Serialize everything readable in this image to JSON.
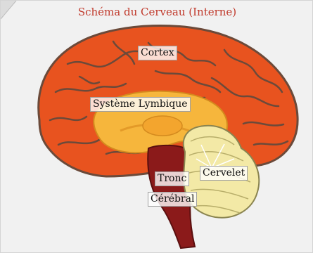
{
  "title": "Schéma du Cerveau (Interne)",
  "labels": {
    "cortex": "Cortex",
    "limbic": "Système Lymbique",
    "cerebellum": "Cervelet",
    "stem_line1": "Tronc",
    "stem_line2": "Cérébral"
  },
  "colors": {
    "title": "#c0392b",
    "cortex": "#e8531f",
    "cortex_outline": "#6b4a3a",
    "limbic": "#f6b63c",
    "brainstem": "#8b1a1a",
    "cerebellum": "#f3e9a6"
  }
}
